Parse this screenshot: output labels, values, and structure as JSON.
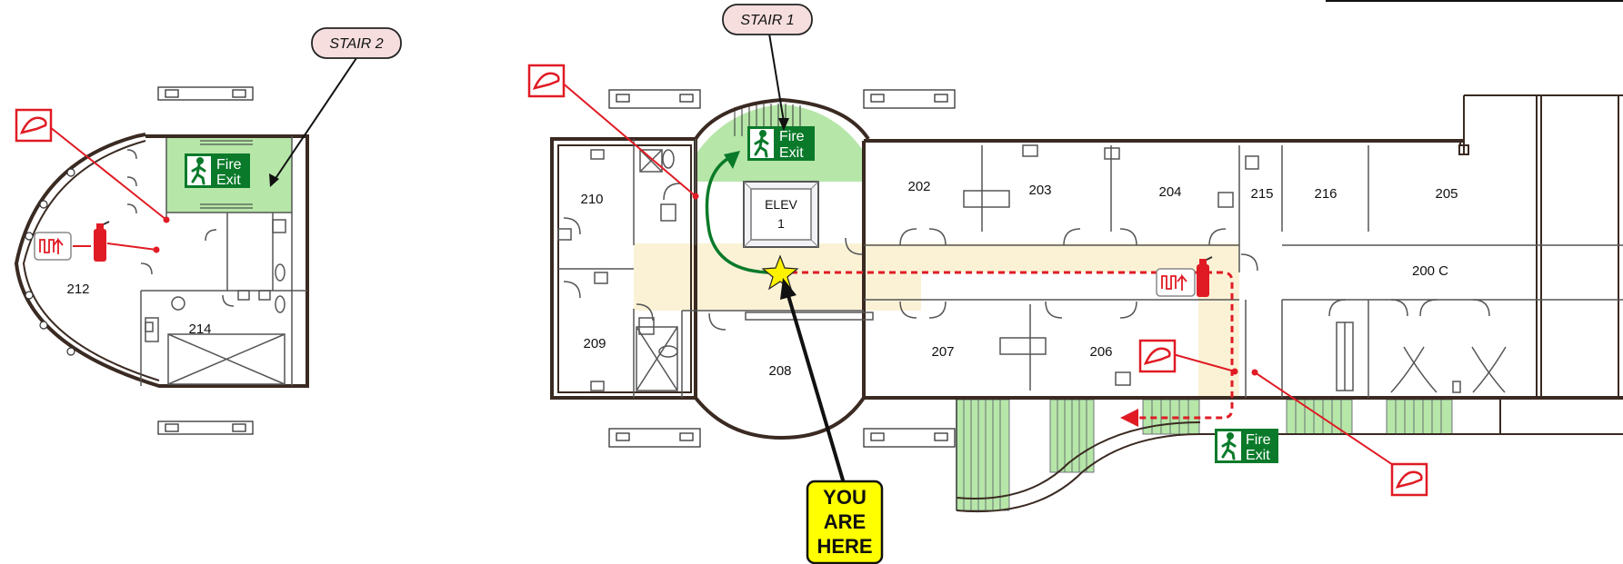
{
  "labels": {
    "stair1": "STAIR 1",
    "stair2": "STAIR 2",
    "elev_line1": "ELEV",
    "elev_line2": "1",
    "you_are_here": [
      "YOU",
      "ARE",
      "HERE"
    ],
    "fire_exit": [
      "Fire",
      "Exit"
    ]
  },
  "rooms": {
    "r212": "212",
    "r214": "214",
    "r210": "210",
    "r209": "209",
    "r208": "208",
    "r202": "202",
    "r203": "203",
    "r204": "204",
    "r215": "215",
    "r216": "216",
    "r205": "205",
    "r200c": "200 C",
    "r207": "207",
    "r206": "206"
  },
  "icons": [
    "fire-alarm-icon",
    "fire-extinguisher-icon",
    "heat-detector-icon",
    "fire-exit-icon",
    "you-are-here-star-icon"
  ],
  "colors": {
    "exit_green": "#0a7a2a",
    "stair_green": "#b6e6a8",
    "corridor": "#fbf2d6",
    "fire_red": "#e01b24",
    "you_are_here": "#ffff00",
    "star": "#fff200",
    "wall": "#3a2a22",
    "stair_label_bg": "#f6dede"
  }
}
